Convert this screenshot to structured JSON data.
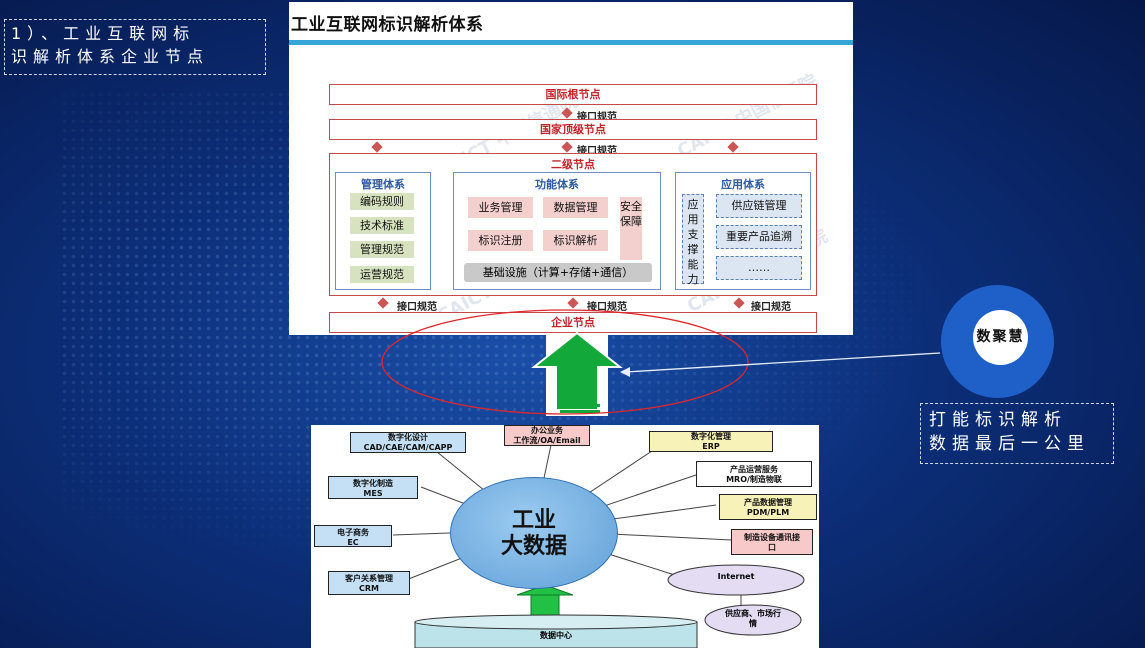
{
  "notes": {
    "top_left": [
      "1）、工业互联网标",
      "识解析体系企业节点"
    ],
    "bottom_right": [
      "打能标识解析",
      "数据最后一公里"
    ]
  },
  "logo": {
    "text": "数聚慧",
    "colors": {
      "ring": "#1f5fc8",
      "center": "#ffffff"
    }
  },
  "architecture": {
    "title": "工业互联网标识解析体系",
    "watermark": "CAICT 中国信通院",
    "root_node": "国际根节点",
    "interface": "接口规范",
    "national_node": "国家顶级节点",
    "secondary_node": "二级节点",
    "management": {
      "title": "管理体系",
      "items": [
        "编码规则",
        "技术标准",
        "管理规范",
        "运营规范"
      ]
    },
    "function": {
      "title": "功能体系",
      "items": [
        "业务管理",
        "数据管理",
        "标识注册",
        "标识解析"
      ],
      "security": "安全保障",
      "infra": "基础设施（计算+存储+通信）"
    },
    "application": {
      "title": "应用体系",
      "support": "应用支撑能力",
      "items": [
        "供应链管理",
        "重要产品追溯",
        "……"
      ]
    },
    "enterprise_node": "企业节点"
  },
  "bigdata": {
    "hub": [
      "工业",
      "大数据"
    ],
    "nodes": {
      "design": [
        "数字化设计",
        "CAD/CAE/CAM/CAPP"
      ],
      "office": [
        "办公业务",
        "工作流/OA/Email"
      ],
      "digital_mgmt": [
        "数字化管理",
        "ERP"
      ],
      "ops_service": [
        "产品运营服务",
        "MRO/制造物联"
      ],
      "manufacturing": [
        "数字化制造",
        "MES"
      ],
      "pdm": [
        "产品数据管理",
        "PDM/PLM"
      ],
      "ecommerce": [
        "电子商务",
        "EC"
      ],
      "equipment": [
        "制造设备通讯接",
        "口"
      ],
      "crm": [
        "客户关系管理",
        "CRM"
      ],
      "internet": "Internet",
      "supplier": [
        "供应商、市场行",
        "情"
      ],
      "datacenter": "数据中心"
    }
  }
}
